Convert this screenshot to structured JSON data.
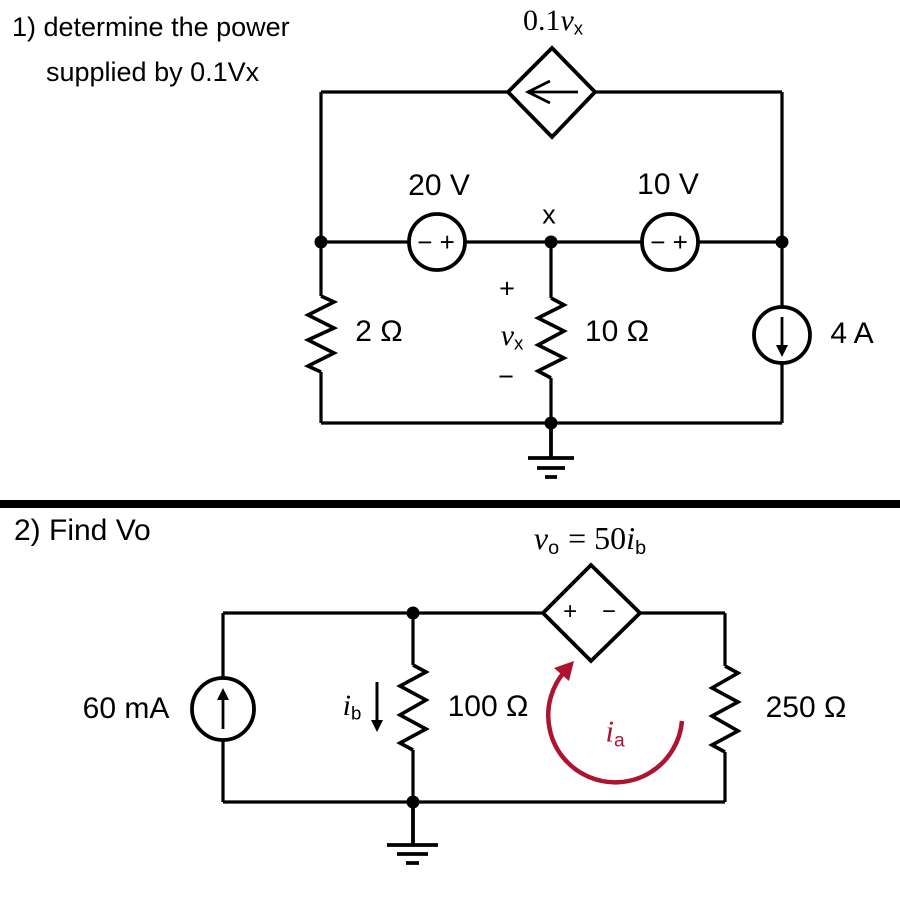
{
  "colors": {
    "ink": "#000000",
    "accent_red": "#ae1332",
    "background": "#ffffff"
  },
  "icons": {
    "dep_source1_arrow": "left-arrow",
    "current_source_4a_arrow": "down-arrow",
    "current_source_60ma_arrow": "up-arrow",
    "ib_arrow": "down-arrow",
    "ia_loop": "clockwise-loop-arrow",
    "ground_symbol": "earth-ground"
  },
  "problem1": {
    "title_line1": "1) determine the power",
    "title_line2": "supplied by 0.1Vx",
    "dep_source_coeff": "0.1",
    "dep_source_var": "v",
    "dep_source_sub": "x",
    "vsrc_left": "20 V",
    "vsrc_right": "10 V",
    "vsrc_polarity": "− +",
    "node_label": "x",
    "resistor_left": "2 Ω",
    "resistor_mid": "10 Ω",
    "vx_plus": "+",
    "vx_var": "v",
    "vx_sub": "x",
    "vx_minus": "−",
    "isrc_label": "4 A"
  },
  "problem2": {
    "title": "2) Find Vo",
    "dep_var": "v",
    "dep_var_sub": "o",
    "dep_eq": "= 50",
    "dep_ivar": "i",
    "dep_ivar_sub": "b",
    "dep_polarity": "+ −",
    "isrc_label": "60 mA",
    "ib_var": "i",
    "ib_sub": "b",
    "resistor_mid": "100 Ω",
    "resistor_right": "250 Ω",
    "ia_var": "i",
    "ia_sub": "a"
  }
}
